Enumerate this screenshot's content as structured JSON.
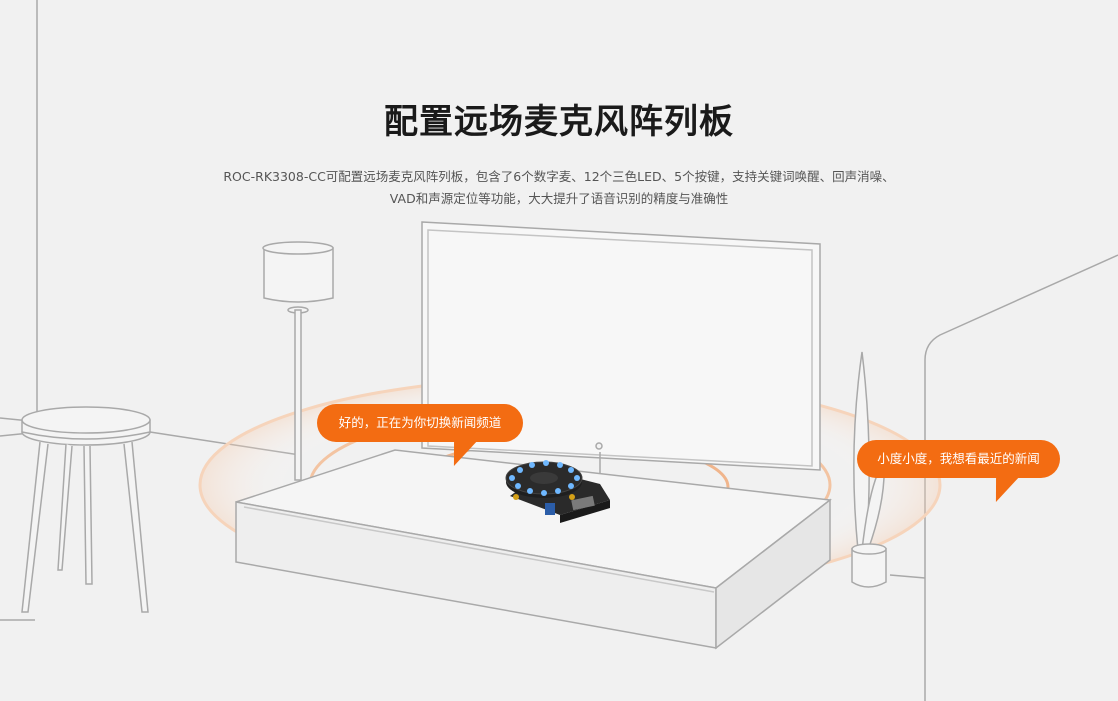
{
  "header": {
    "title": "配置远场麦克风阵列板",
    "description_line1": "ROC-RK3308-CC可配置远场麦克风阵列板，包含了6个数字麦、12个三色LED、5个按键，支持关键词唤醒、回声消噪、",
    "description_line2": "VAD和声源定位等功能，大大提升了语音识别的精度与准确性"
  },
  "bubbles": {
    "device_reply": "好的，正在为你切换新闻频道",
    "user_request": "小度小度，我想看最近的新闻"
  },
  "colors": {
    "accent": "#f36c12",
    "background": "#f1f1f1",
    "line": "#a9a9a9"
  },
  "illustration": {
    "icons": [
      "floor-lamp-icon",
      "stool-icon",
      "tv-icon",
      "tv-stand-icon",
      "plant-icon",
      "mic-array-board-icon",
      "sound-wave-icon"
    ]
  }
}
